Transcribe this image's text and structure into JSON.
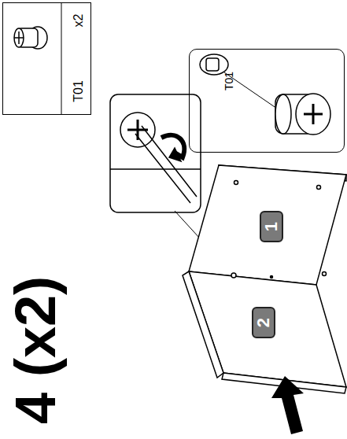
{
  "diagram": {
    "title": "4 (x2)",
    "nodes": [
      {
        "text": [
          "T01",
          "x2"
        ]
      },
      {
        "text": [
          "T01"
        ]
      },
      {
        "text": [
          "1"
        ]
      },
      {
        "text": [
          "2"
        ]
      }
    ]
  }
}
